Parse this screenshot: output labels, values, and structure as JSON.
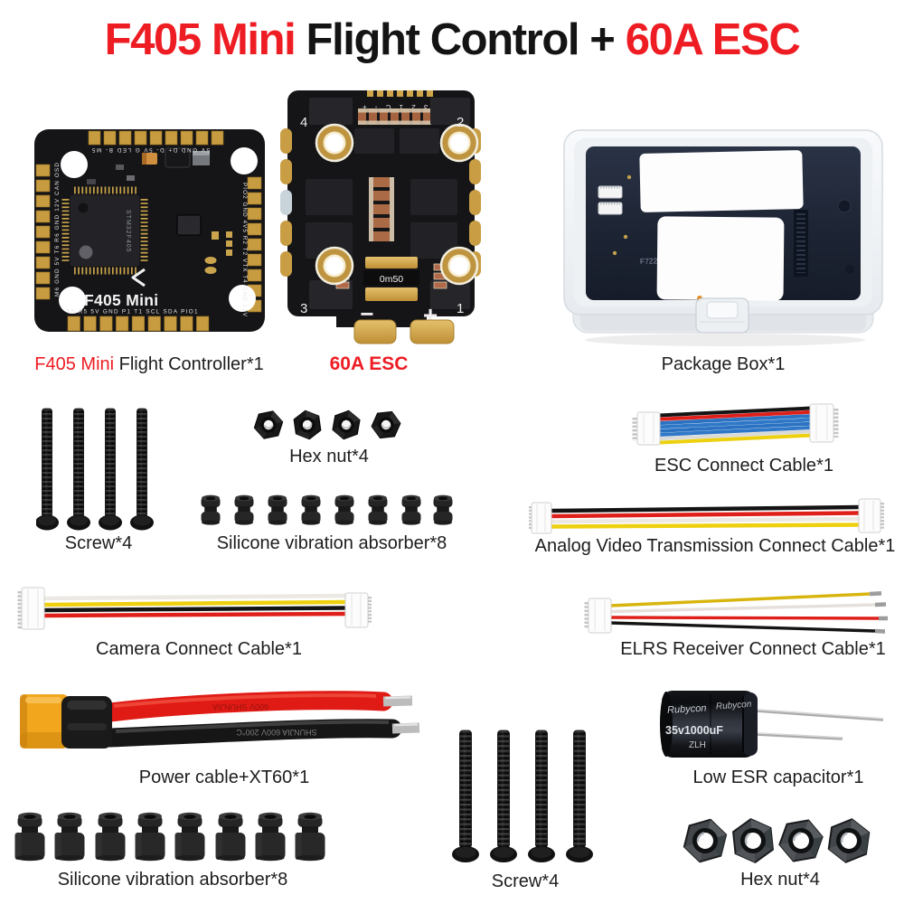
{
  "title": {
    "part1_red": "F405 Mini",
    "part2_black": " Flight Control + ",
    "part3_red": "60A ESC"
  },
  "colors": {
    "accent_red": "#ee1c23",
    "text": "#1d1d1f",
    "pcb_black": "#151518",
    "pad_gold": "#c79b40",
    "wire_blue": "#2f78c8",
    "wire_red": "#df1f1a",
    "wire_yellow": "#eed00f",
    "xt60_yellow": "#f1a61e"
  },
  "flight_controller": {
    "label_red": "F405 Mini",
    "label_black": " Flight Controller*1",
    "silkscreen": "F405 Mini",
    "chip_marking": "STM32F405",
    "pads_bottom": "T5 R5 5V GND P1 T1 SCL SDA PIO1",
    "pads_left": "M6 GND 5V T6 R6 GND 12V CAN OSD",
    "pads_right": "PIO2 GND 4V5 R2 T2 VTX T4 GND 12V",
    "pads_top": "5V GND D+ D- 5V G LED B- M5"
  },
  "esc": {
    "label": "60A ESC",
    "corner_tl": "4",
    "corner_tr": "2",
    "corner_bl": "3",
    "corner_br": "1",
    "header_pins": "4 3 2 1 C - +",
    "shunt_marking": "0m50",
    "polarity_minus": "−",
    "polarity_plus": "+"
  },
  "package_box": {
    "label": "Package Box*1",
    "pcb_marking": "F722"
  },
  "screws_top": {
    "label": "Screw*4"
  },
  "hex_nuts_top": {
    "label": "Hex nut*4"
  },
  "absorbers_top": {
    "label": "Silicone vibration absorber*8"
  },
  "esc_cable": {
    "label": "ESC Connect Cable*1"
  },
  "video_cable": {
    "label": "Analog Video Transmission Connect Cable*1"
  },
  "camera_cable": {
    "label": "Camera Connect Cable*1"
  },
  "elrs_cable": {
    "label": "ELRS Receiver Connect Cable*1"
  },
  "power_cable": {
    "label": "Power cable+XT60*1",
    "red_wire_marking": "600V SHUNJIA",
    "black_wire_marking": "SHUNJIA 600V 200°C"
  },
  "capacitor": {
    "label": "Low ESR capacitor*1",
    "brand": "Rubycon",
    "value": "35v1000uF",
    "series": "ZLH"
  },
  "absorbers_bottom": {
    "label": "Silicone vibration absorber*8"
  },
  "screws_bottom": {
    "label": "Screw*4"
  },
  "hex_nuts_bottom": {
    "label": "Hex nut*4"
  }
}
